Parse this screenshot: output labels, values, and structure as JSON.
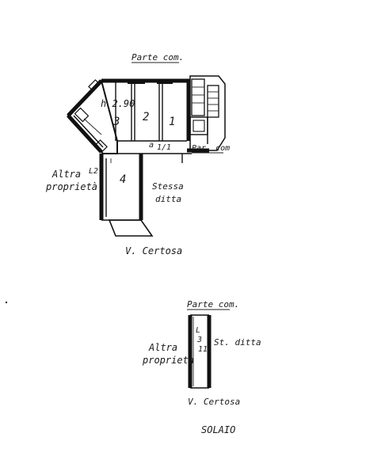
{
  "upper_plan": {
    "top_label": "Parte com.",
    "height_label": "h 2.90",
    "room_numbers": [
      "3",
      "2",
      "1",
      "4"
    ],
    "landing_label": "Par. com",
    "left_neighbor": [
      "Altra",
      "proprietà"
    ],
    "right_neighbor": [
      "Stessa",
      "ditta"
    ],
    "street_label": "V. Certosa",
    "marks": [
      "a",
      "L2",
      "1/1"
    ]
  },
  "lower_plan": {
    "top_label": "Parte com.",
    "left_neighbor": [
      "Altra",
      "proprietà"
    ],
    "right_neighbor": "St. ditta",
    "street_label": "V. Certosa",
    "section_label": "SOLAIO",
    "marks": [
      "L",
      "3",
      "11"
    ]
  }
}
